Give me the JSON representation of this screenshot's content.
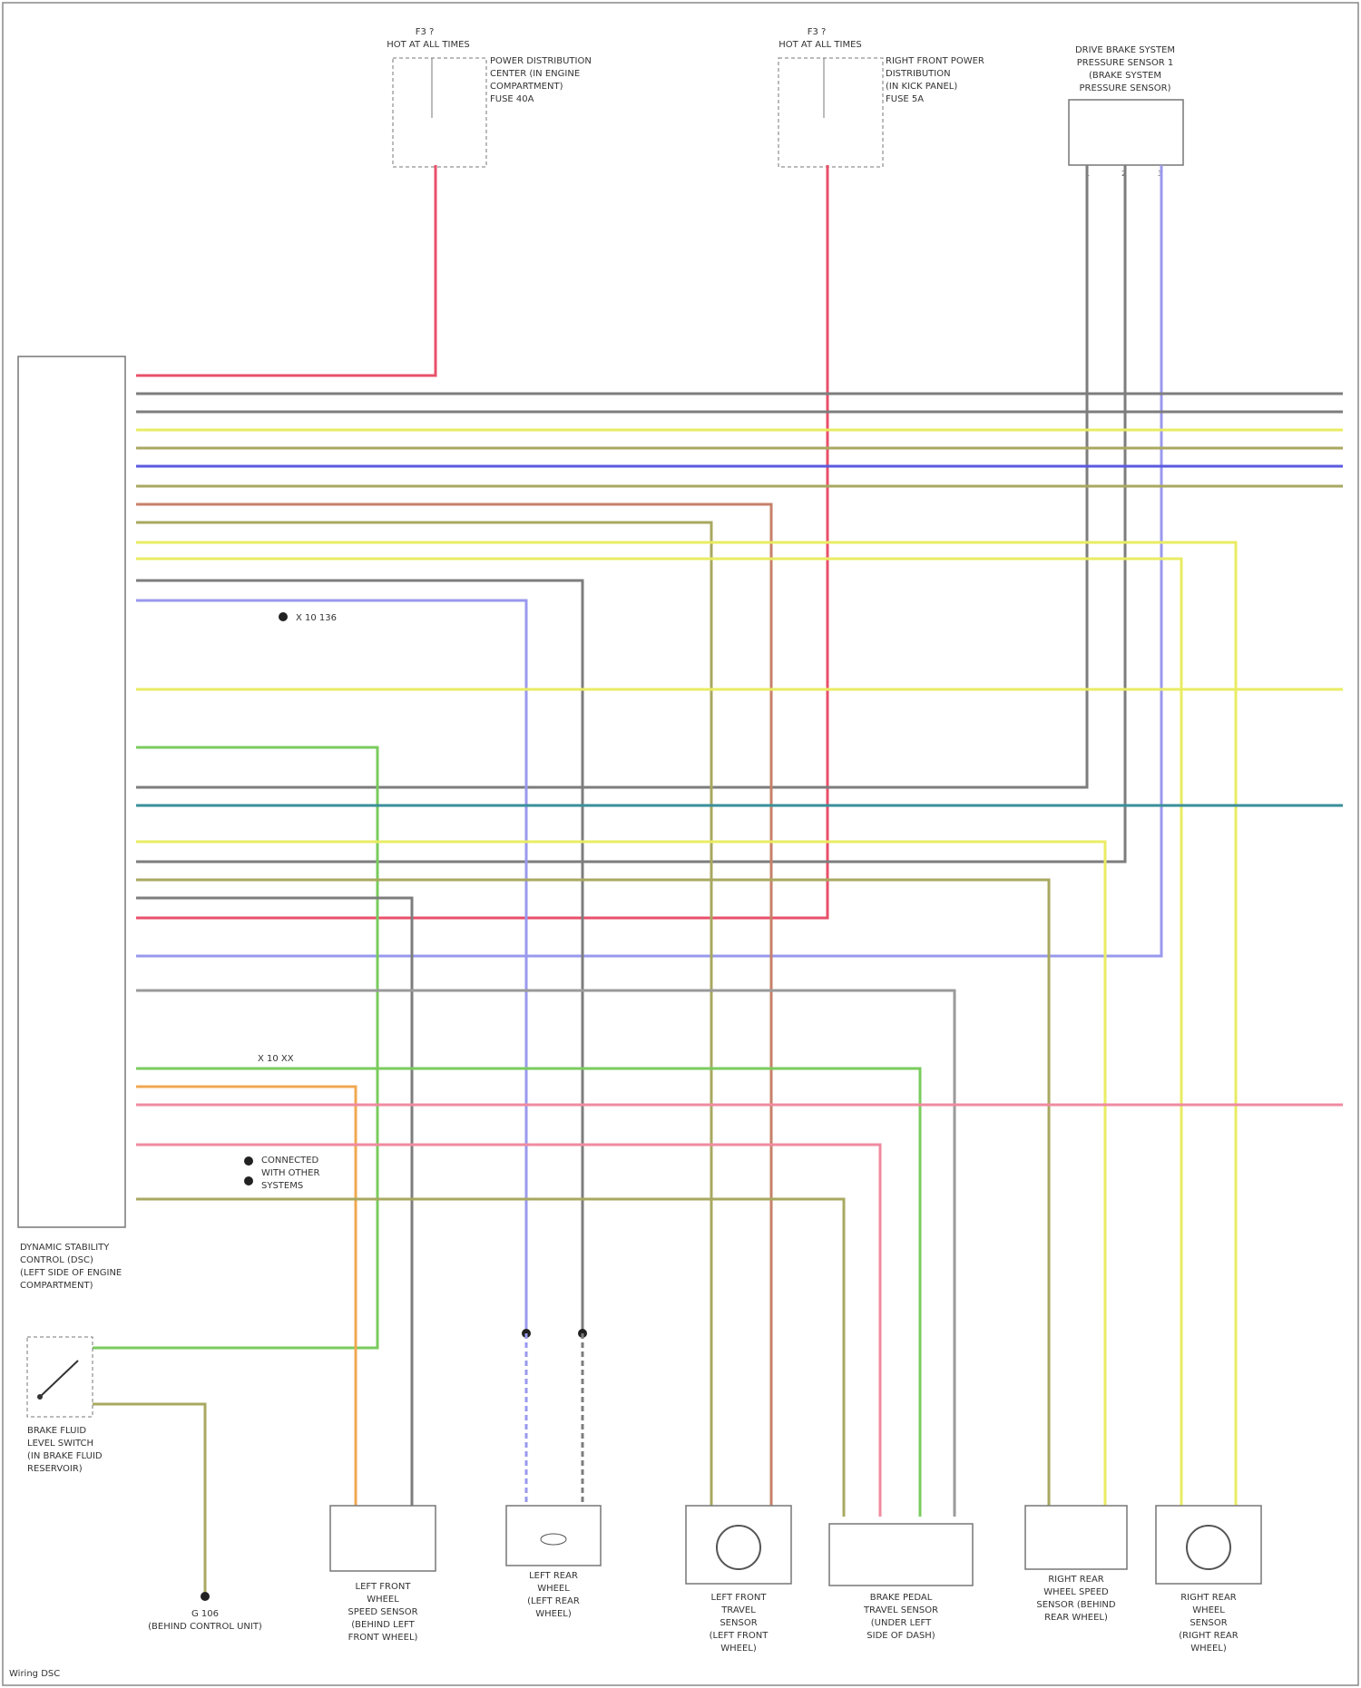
{
  "fuses": [
    {
      "title": "F3 ?",
      "sub": "HOT AT ALL TIMES",
      "notes": [
        "POWER DISTRIBUTION",
        "CENTER (IN ENGINE",
        "COMPARTMENT)",
        "FUSE 40A"
      ]
    },
    {
      "title": "F3 ?",
      "sub": "HOT AT ALL TIMES",
      "notes": [
        "RIGHT FRONT POWER",
        "DISTRIBUTION",
        "(IN KICK PANEL)",
        "FUSE 5A"
      ]
    }
  ],
  "pressure_sensor": {
    "label": [
      "DRIVE BRAKE SYSTEM",
      "PRESSURE SENSOR 1",
      "(BRAKE SYSTEM",
      "PRESSURE SENSOR)"
    ],
    "pins": [
      "1",
      "2",
      "3"
    ]
  },
  "control_unit": {
    "label": [
      "DYNAMIC STABILITY",
      "CONTROL (DSC)",
      "(LEFT SIDE OF ENGINE",
      "COMPARTMENT)"
    ]
  },
  "switch": {
    "label": [
      "BRAKE FLUID",
      "LEVEL SWITCH",
      "(IN BRAKE FLUID",
      "RESERVOIR)"
    ]
  },
  "ground": {
    "label": [
      "G 106",
      "(BEHIND CONTROL UNIT)"
    ]
  },
  "splice_labels": [
    "X 10 136",
    "X 10 XX",
    "CONNECTED",
    "WITH OTHER",
    "SYSTEMS"
  ],
  "components": [
    {
      "id": "lf-wheel",
      "label": [
        "LEFT FRONT",
        "WHEEL",
        "SPEED SENSOR",
        "(BEHIND LEFT",
        "FRONT WHEEL)"
      ]
    },
    {
      "id": "lr-wheel",
      "label": [
        "LEFT REAR",
        "WHEEL",
        "(LEFT REAR",
        "WHEEL)"
      ]
    },
    {
      "id": "lf-travel",
      "label": [
        "LEFT FRONT",
        "TRAVEL",
        "SENSOR",
        "(LEFT FRONT",
        "WHEEL)"
      ]
    },
    {
      "id": "brake-pedal",
      "label": [
        "BRAKE PEDAL",
        "TRAVEL SENSOR",
        "(UNDER LEFT",
        "SIDE OF DASH)"
      ]
    },
    {
      "id": "rr-wheel",
      "label": [
        "RIGHT REAR",
        "WHEEL SPEED",
        "SENSOR (BEHIND",
        "REAR WHEEL)"
      ]
    },
    {
      "id": "rf-wheel",
      "label": [
        "RIGHT REAR",
        "WHEEL",
        "SENSOR",
        "(RIGHT REAR",
        "WHEEL)"
      ]
    }
  ],
  "footer": {
    "code": "Wiring DSC"
  },
  "colors": {
    "red": "#e8506a",
    "grey": "#7d7d7d",
    "yellow": "#e9ec62",
    "blue": "#5a5ae0",
    "lightblue": "#9999ee",
    "green": "#7acb5e",
    "teal": "#3a8f9a",
    "olive": "#a8a860",
    "orange": "#f0a850",
    "pink": "#f08aa0"
  }
}
